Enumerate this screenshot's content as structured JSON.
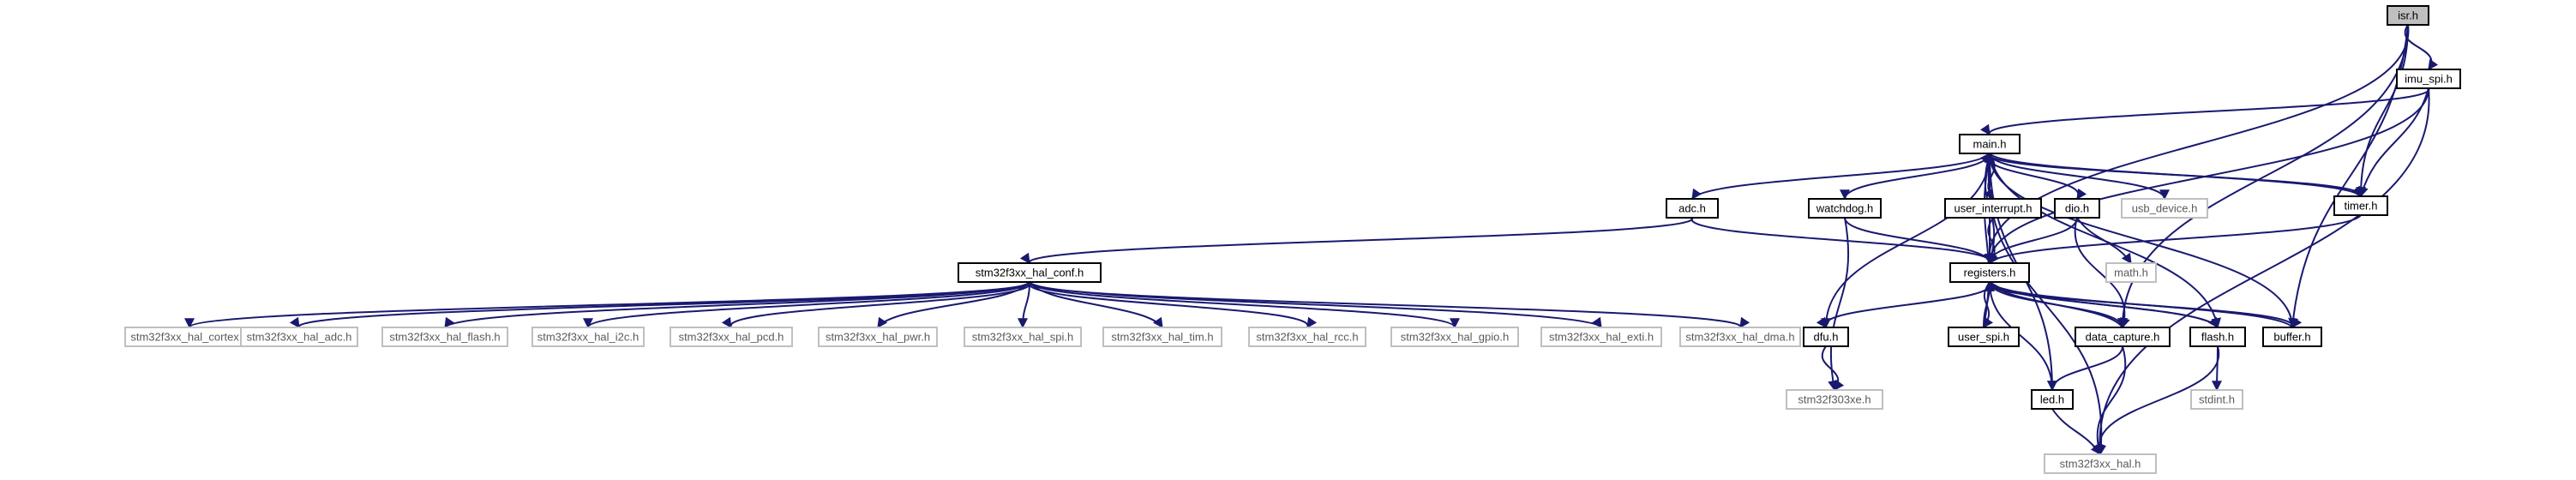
{
  "graph": {
    "nodes": [
      {
        "id": "isr",
        "label": "isr.h",
        "kind": "root"
      },
      {
        "id": "imu_spi",
        "label": "imu_spi.h",
        "kind": "local"
      },
      {
        "id": "main",
        "label": "main.h",
        "kind": "local"
      },
      {
        "id": "timer",
        "label": "timer.h",
        "kind": "local"
      },
      {
        "id": "adc",
        "label": "adc.h",
        "kind": "local"
      },
      {
        "id": "watchdog",
        "label": "watchdog.h",
        "kind": "local"
      },
      {
        "id": "user_interrupt",
        "label": "user_interrupt.h",
        "kind": "local"
      },
      {
        "id": "dio",
        "label": "dio.h",
        "kind": "local"
      },
      {
        "id": "usb_device",
        "label": "usb_device.h",
        "kind": "external"
      },
      {
        "id": "hal_conf",
        "label": "stm32f3xx_hal_conf.h",
        "kind": "local"
      },
      {
        "id": "registers",
        "label": "registers.h",
        "kind": "local"
      },
      {
        "id": "math",
        "label": "math.h",
        "kind": "external"
      },
      {
        "id": "hal_cortex",
        "label": "stm32f3xx_hal_cortex.h",
        "kind": "external"
      },
      {
        "id": "hal_adc",
        "label": "stm32f3xx_hal_adc.h",
        "kind": "external"
      },
      {
        "id": "hal_flash",
        "label": "stm32f3xx_hal_flash.h",
        "kind": "external"
      },
      {
        "id": "hal_i2c",
        "label": "stm32f3xx_hal_i2c.h",
        "kind": "external"
      },
      {
        "id": "hal_pcd",
        "label": "stm32f3xx_hal_pcd.h",
        "kind": "external"
      },
      {
        "id": "hal_pwr",
        "label": "stm32f3xx_hal_pwr.h",
        "kind": "external"
      },
      {
        "id": "hal_spi",
        "label": "stm32f3xx_hal_spi.h",
        "kind": "external"
      },
      {
        "id": "hal_tim",
        "label": "stm32f3xx_hal_tim.h",
        "kind": "external"
      },
      {
        "id": "hal_rcc",
        "label": "stm32f3xx_hal_rcc.h",
        "kind": "external"
      },
      {
        "id": "hal_gpio",
        "label": "stm32f3xx_hal_gpio.h",
        "kind": "external"
      },
      {
        "id": "hal_exti",
        "label": "stm32f3xx_hal_exti.h",
        "kind": "external"
      },
      {
        "id": "hal_dma",
        "label": "stm32f3xx_hal_dma.h",
        "kind": "external"
      },
      {
        "id": "dfu",
        "label": "dfu.h",
        "kind": "local"
      },
      {
        "id": "user_spi",
        "label": "user_spi.h",
        "kind": "local"
      },
      {
        "id": "data_capture",
        "label": "data_capture.h",
        "kind": "local"
      },
      {
        "id": "flash",
        "label": "flash.h",
        "kind": "local"
      },
      {
        "id": "buffer",
        "label": "buffer.h",
        "kind": "local"
      },
      {
        "id": "stdint",
        "label": "stdint.h",
        "kind": "external"
      },
      {
        "id": "stm32f303xe",
        "label": "stm32f303xe.h",
        "kind": "external"
      },
      {
        "id": "led",
        "label": "led.h",
        "kind": "local"
      },
      {
        "id": "stm32f3xx_hal",
        "label": "stm32f3xx_hal.h",
        "kind": "external"
      }
    ],
    "edges": [
      [
        "isr",
        "imu_spi"
      ],
      [
        "isr",
        "timer"
      ],
      [
        "isr",
        "registers"
      ],
      [
        "isr",
        "buffer"
      ],
      [
        "isr",
        "data_capture"
      ],
      [
        "imu_spi",
        "main"
      ],
      [
        "imu_spi",
        "timer"
      ],
      [
        "imu_spi",
        "registers"
      ],
      [
        "imu_spi",
        "stm32f3xx_hal"
      ],
      [
        "main",
        "adc"
      ],
      [
        "main",
        "watchdog"
      ],
      [
        "main",
        "user_interrupt"
      ],
      [
        "main",
        "dio"
      ],
      [
        "main",
        "usb_device"
      ],
      [
        "main",
        "timer"
      ],
      [
        "main",
        "registers"
      ],
      [
        "main",
        "dfu"
      ],
      [
        "main",
        "flash"
      ],
      [
        "main",
        "stm32f3xx_hal"
      ],
      [
        "main",
        "led"
      ],
      [
        "adc",
        "hal_conf"
      ],
      [
        "adc",
        "registers"
      ],
      [
        "watchdog",
        "registers"
      ],
      [
        "watchdog",
        "stm32f303xe"
      ],
      [
        "user_interrupt",
        "registers"
      ],
      [
        "dio",
        "registers"
      ],
      [
        "dio",
        "math"
      ],
      [
        "dio",
        "data_capture"
      ],
      [
        "hal_conf",
        "hal_cortex"
      ],
      [
        "hal_conf",
        "hal_adc"
      ],
      [
        "hal_conf",
        "hal_flash"
      ],
      [
        "hal_conf",
        "hal_i2c"
      ],
      [
        "hal_conf",
        "hal_pcd"
      ],
      [
        "hal_conf",
        "hal_pwr"
      ],
      [
        "hal_conf",
        "hal_spi"
      ],
      [
        "hal_conf",
        "hal_tim"
      ],
      [
        "hal_conf",
        "hal_rcc"
      ],
      [
        "hal_conf",
        "hal_gpio"
      ],
      [
        "hal_conf",
        "hal_exti"
      ],
      [
        "hal_conf",
        "hal_dma"
      ],
      [
        "registers",
        "main"
      ],
      [
        "registers",
        "dfu"
      ],
      [
        "registers",
        "user_spi"
      ],
      [
        "registers",
        "data_capture"
      ],
      [
        "registers",
        "flash"
      ],
      [
        "registers",
        "buffer"
      ],
      [
        "user_spi",
        "registers"
      ],
      [
        "user_spi",
        "main"
      ],
      [
        "data_capture",
        "registers"
      ],
      [
        "data_capture",
        "led"
      ],
      [
        "data_capture",
        "stm32f3xx_hal"
      ],
      [
        "flash",
        "registers"
      ],
      [
        "flash",
        "stdint"
      ],
      [
        "flash",
        "stm32f3xx_hal"
      ],
      [
        "buffer",
        "registers"
      ],
      [
        "buffer",
        "main"
      ],
      [
        "timer",
        "main"
      ],
      [
        "timer",
        "registers"
      ],
      [
        "led",
        "registers"
      ],
      [
        "led",
        "stm32f3xx_hal"
      ],
      [
        "dfu",
        "stm32f303xe"
      ]
    ]
  }
}
